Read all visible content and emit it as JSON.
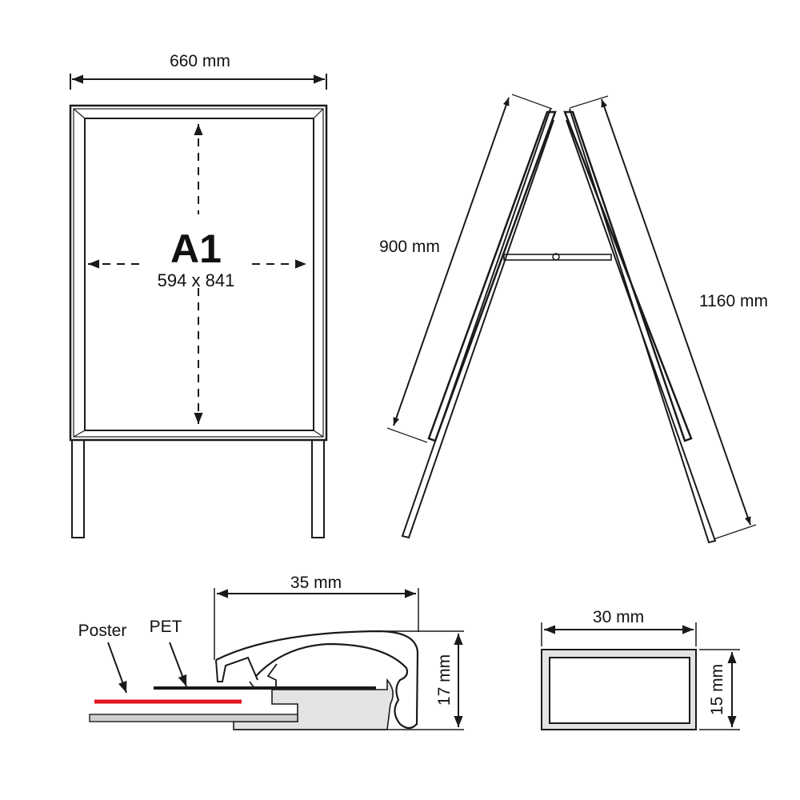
{
  "front_view": {
    "width_label": "660 mm",
    "format_label": "A1",
    "format_size_label": "594 x 841"
  },
  "side_view": {
    "board_length_label": "900 mm",
    "total_length_label": "1160 mm"
  },
  "profile_detail": {
    "width_label": "35 mm",
    "height_label": "17 mm",
    "poster_label": "Poster",
    "pet_label": "PET"
  },
  "leg_section": {
    "width_label": "30 mm",
    "height_label": "15 mm"
  },
  "colors": {
    "line": "#1a1a1a",
    "poster": "#e0141e",
    "fill_gray": "#e3e3e3",
    "plate_gray": "#cfcfcf"
  }
}
